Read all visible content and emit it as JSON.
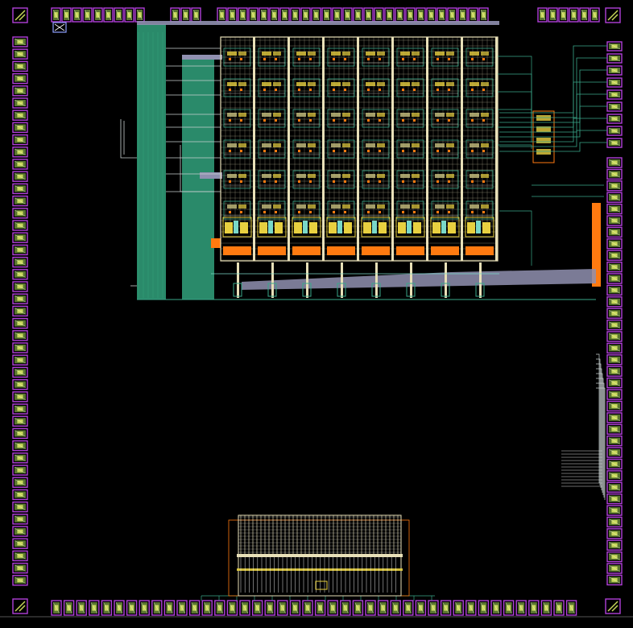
{
  "title": "",
  "colors": {
    "background": "#000000",
    "pad_magenta": "#b040d8",
    "pad_fill": "#6a8a3a",
    "pad_core": "#c8d85a",
    "metal_green": "#2a8a6a",
    "metal_light": "#e8e0b8",
    "metal_grey": "#9090b0",
    "cell_yellow": "#e8d040",
    "cell_orange": "#ff7a10",
    "wire_teal": "#3aa88a"
  },
  "layout": {
    "pad_ring": {
      "top_pad_groups": [
        9,
        3,
        26,
        6
      ],
      "bottom_pad_count": 42,
      "left_pad_count": 45,
      "right_upper_pad_count": 9,
      "right_lower_pad_count": 37
    },
    "array": {
      "columns": 8,
      "row_bands": 6,
      "buffer_cells_per_column": 1,
      "output_drivers": 8
    },
    "bottom_block": {
      "vertical_lines": 40,
      "tap_columns": 38
    },
    "side_bus_lines": 12
  }
}
